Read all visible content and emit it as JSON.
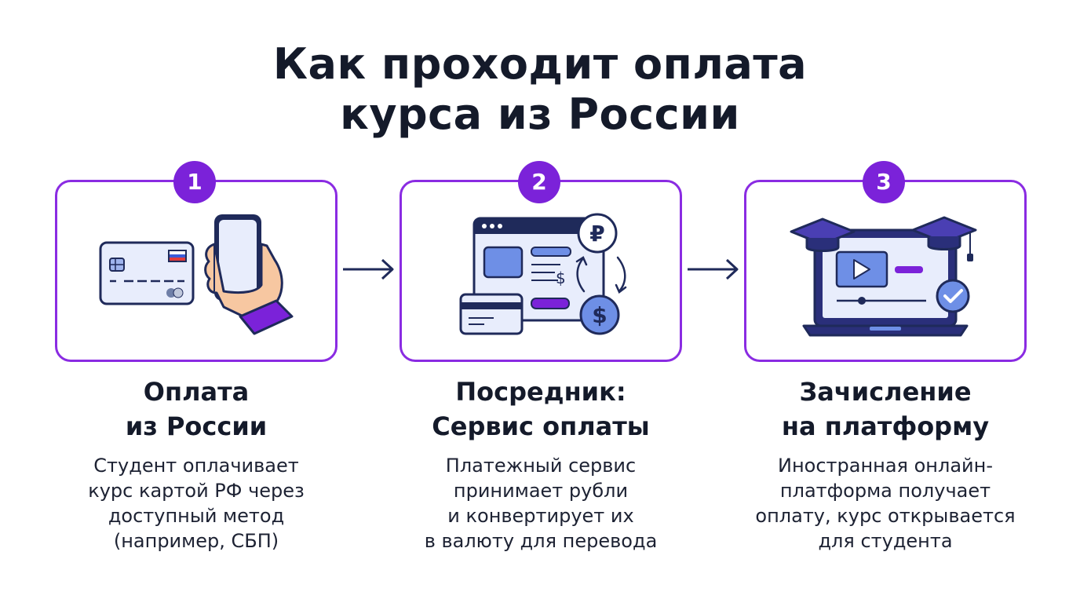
{
  "title": {
    "line1": "Как проходит оплата",
    "line2": "курса из России"
  },
  "steps": [
    {
      "number": "1",
      "title": [
        "Оплата",
        "из России"
      ],
      "description": [
        "Студент оплачивает",
        "курс картой РФ через",
        "доступный метод",
        "(например, СБП)"
      ],
      "icons": [
        "bank-card-icon",
        "smartphone-in-hand-icon"
      ]
    },
    {
      "number": "2",
      "title": [
        "Посредник:",
        "Сервис оплаты"
      ],
      "description": [
        "Платежный сервис",
        "принимает рубли",
        "и конвертирует их",
        "в валюту для перевода"
      ],
      "icons": [
        "payment-window-icon",
        "ruble-coin-icon",
        "dollar-coin-icon",
        "exchange-arrows-icon",
        "card-icon"
      ],
      "ruble_symbol": "₽",
      "dollar_symbol": "$"
    },
    {
      "number": "3",
      "title": [
        "Зачисление",
        "на платформу"
      ],
      "description": [
        "Иностранная онлайн-",
        "платформа получает",
        "оплату, курс открывается",
        "для студента"
      ],
      "icons": [
        "laptop-icon",
        "graduation-cap-icon",
        "video-play-icon",
        "checkmark-icon"
      ]
    }
  ],
  "colors": {
    "accent": "#7b22d9",
    "border": "#8a2be2",
    "navy": "#1f2a5a",
    "light_blue": "#e8edfc",
    "mid_blue": "#6e8fe6",
    "skin": "#f7c7a1"
  }
}
